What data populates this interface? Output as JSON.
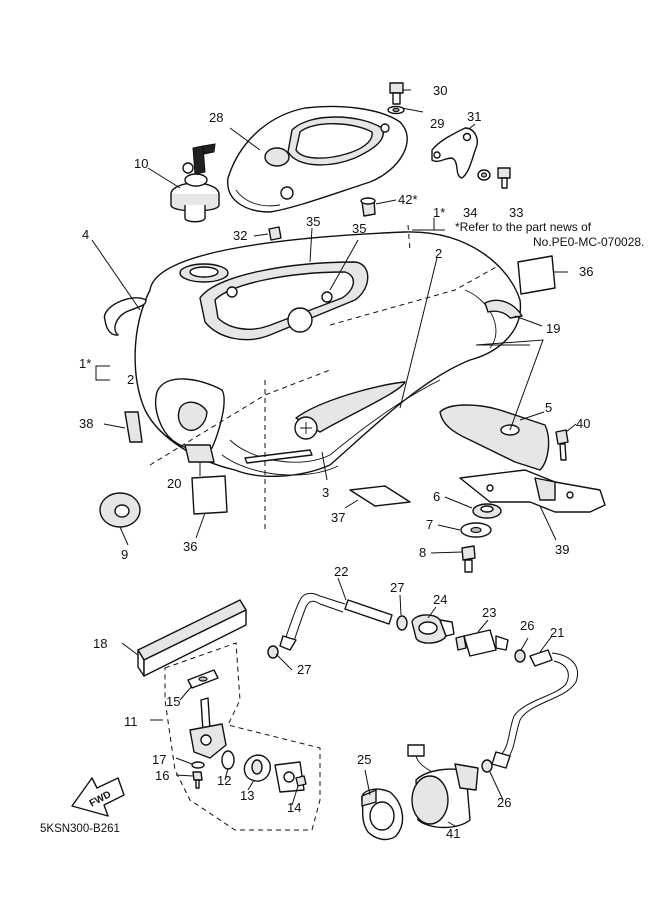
{
  "diagram_code": "5KSN300-B261",
  "note": {
    "line1": "*Refer to the part news of",
    "line2": "No.PE0-MC-070028."
  },
  "fwd_label": "FWD",
  "callouts": {
    "c1": "1*",
    "c1b": "1*",
    "c2a": "2",
    "c2b": "2",
    "c3": "3",
    "c4": "4",
    "c5": "5",
    "c6": "6",
    "c7": "7",
    "c8": "8",
    "c9": "9",
    "c10": "10",
    "c11": "11",
    "c12": "12",
    "c13": "13",
    "c14": "14",
    "c15": "15",
    "c16": "16",
    "c17": "17",
    "c18": "18",
    "c19": "19",
    "c20": "20",
    "c21": "21",
    "c22": "22",
    "c23": "23",
    "c24": "24",
    "c25": "25",
    "c26a": "26",
    "c26b": "26",
    "c27a": "27",
    "c27b": "27",
    "c28": "28",
    "c29": "29",
    "c30": "30",
    "c31": "31",
    "c32": "32",
    "c33": "33",
    "c34": "34",
    "c35a": "35",
    "c35b": "35",
    "c36a": "36",
    "c36b": "36",
    "c37": "37",
    "c38": "38",
    "c39": "39",
    "c40": "40",
    "c41": "41",
    "c42": "42*"
  }
}
